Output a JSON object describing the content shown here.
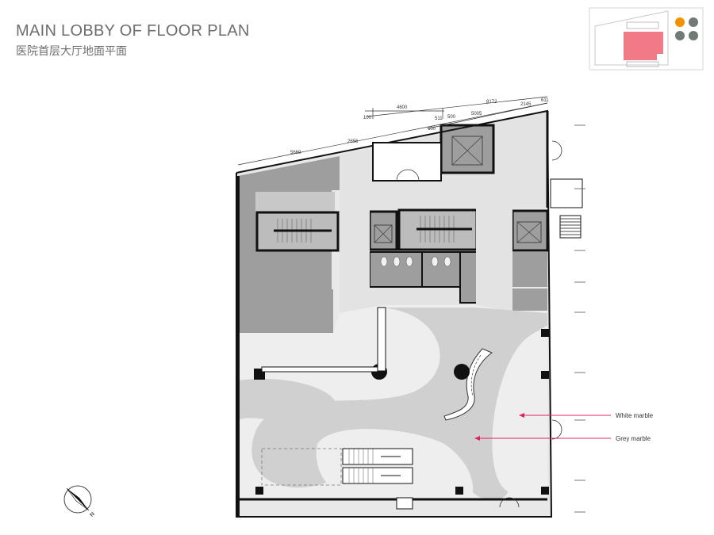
{
  "header": {
    "title": "MAIN LOBBY OF FLOOR PLAN",
    "subtitle": "医院首层大厅地面平面"
  },
  "legend": {
    "white_marble": "White marble",
    "grey_marble": "Grey marble"
  },
  "dimensions": {
    "d100": "100",
    "d4600": "4600",
    "d8172": "8172",
    "d511": "511",
    "d500": "500",
    "d5005": "5005",
    "d2145": "2145",
    "d611": "611",
    "d600": "600",
    "d5669": "5669",
    "d2656": "2656"
  },
  "colors": {
    "wall": "#111111",
    "service_grey": "#9e9e9e",
    "lobby_light": "#e3e3e3",
    "white_marble": "#eeeeee",
    "grey_marble": "#d0d0d0",
    "accent_red": "#e0245e",
    "key_highlight": "#f07a85",
    "key_orange": "#f39200",
    "key_grey": "#6f7b73"
  }
}
